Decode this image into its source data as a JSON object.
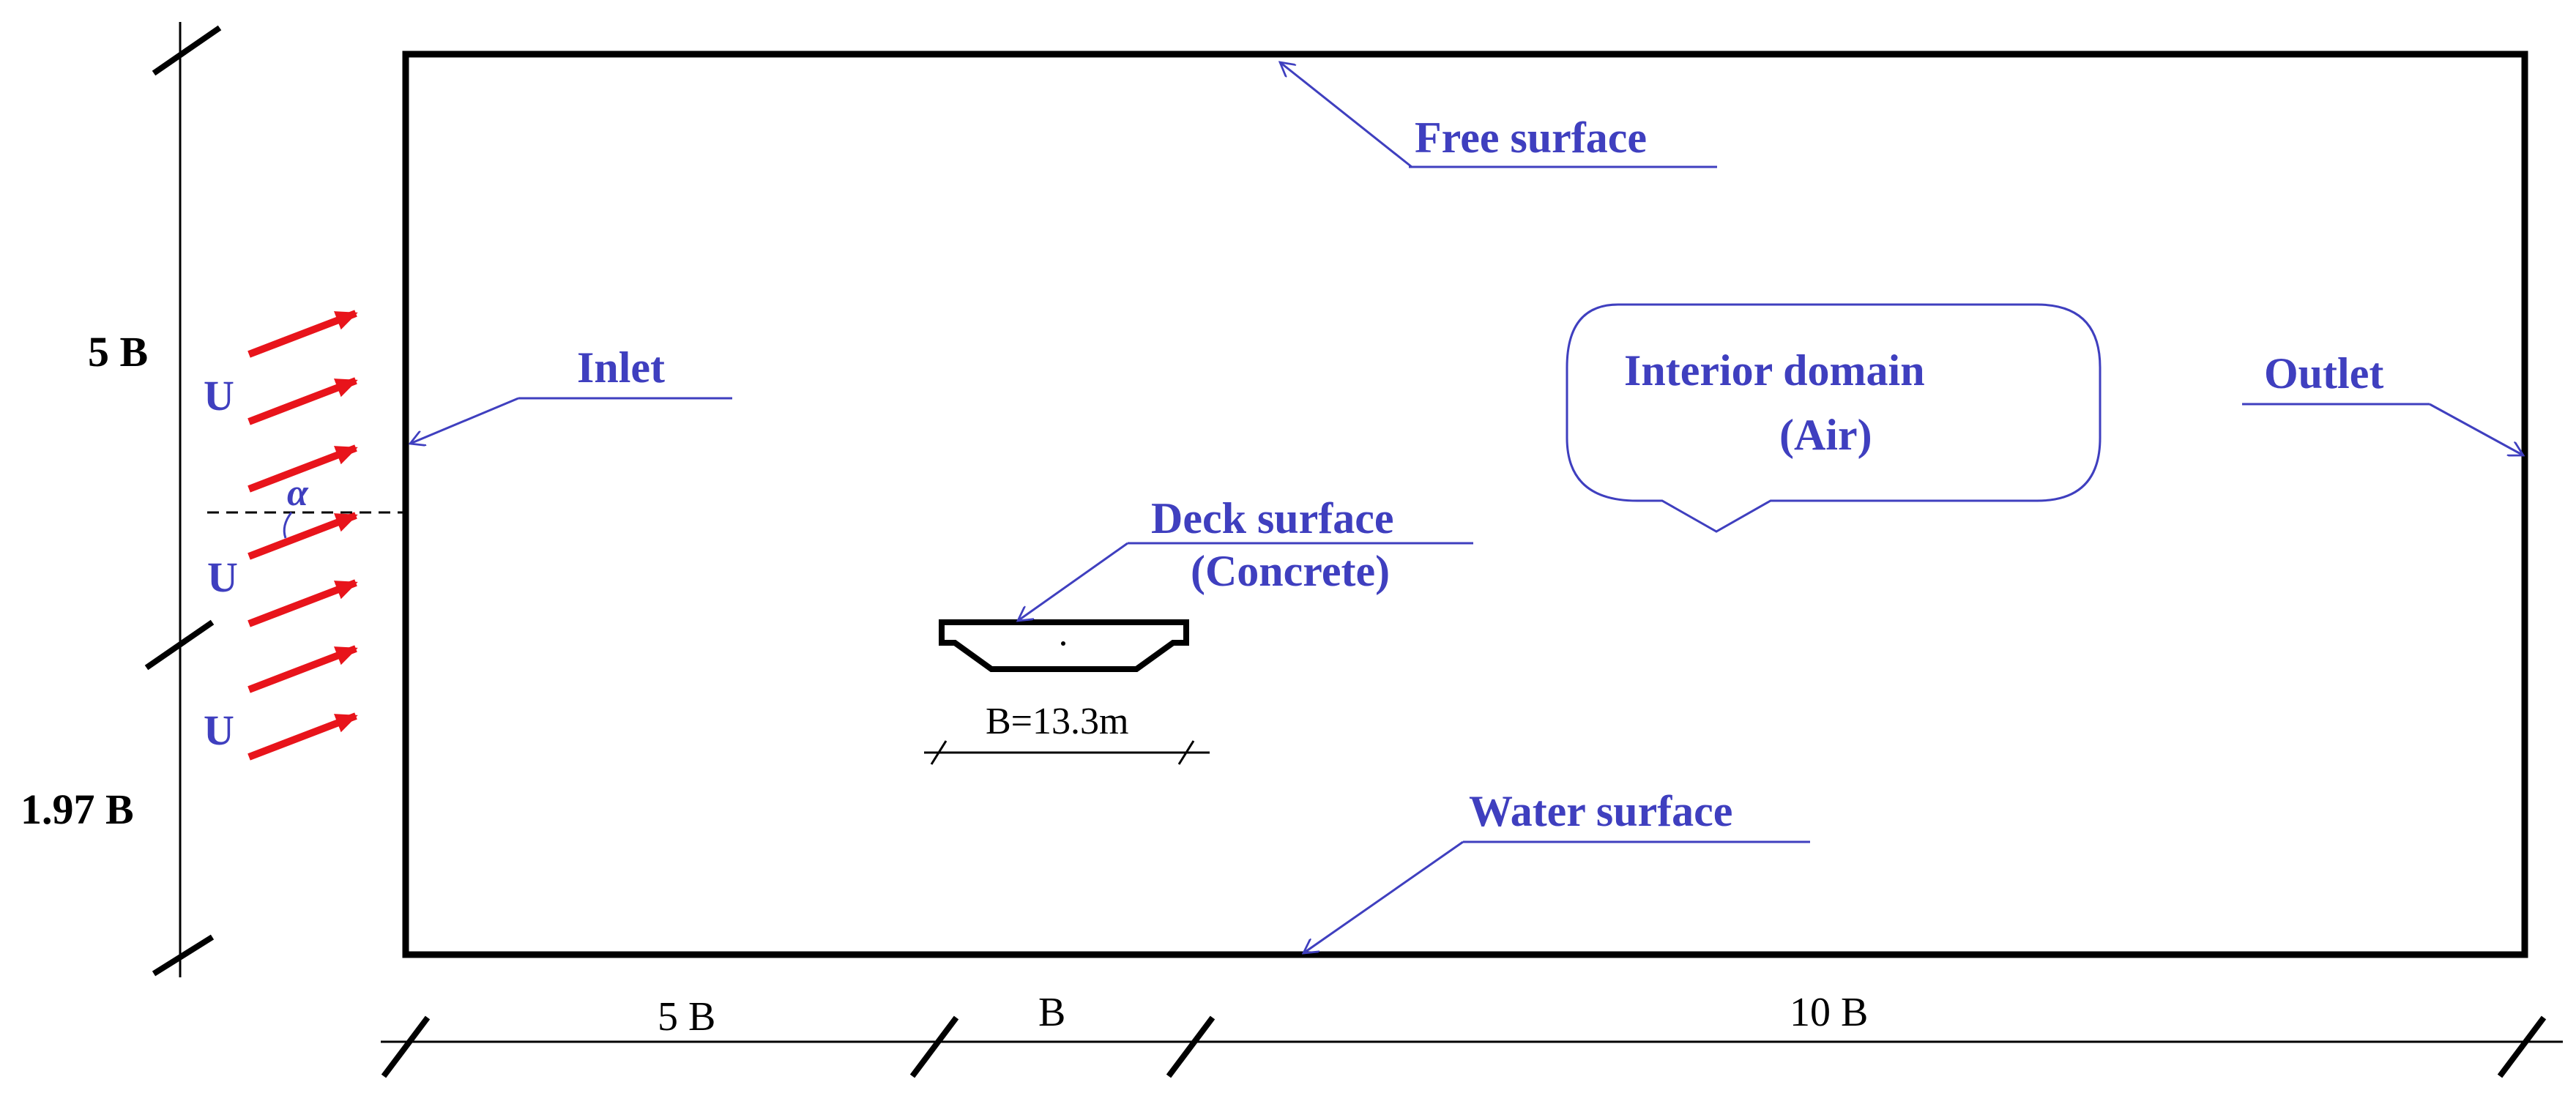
{
  "labels": {
    "free_surface": "Free surface",
    "inlet": "Inlet",
    "outlet": "Outlet",
    "interior_line1": "Interior domain",
    "interior_line2": "(Air)",
    "deck_line1": "Deck surface",
    "deck_line2": "(Concrete)",
    "water_surface": "Water surface",
    "deck_width": "B=13.3m",
    "velocity_top": "U",
    "velocity_mid": "U",
    "velocity_bottom": "U",
    "angle": "α"
  },
  "dimensions": {
    "height_upper": "5 B",
    "height_lower": "1.97 B",
    "width_upstream": "5 B",
    "width_deck": "B",
    "width_downstream": "10 B"
  },
  "colors": {
    "label_blue": "#3f3fbf",
    "leader_blue": "#3f3fbf",
    "arrow_red": "#e8141b",
    "outline": "#000000"
  }
}
